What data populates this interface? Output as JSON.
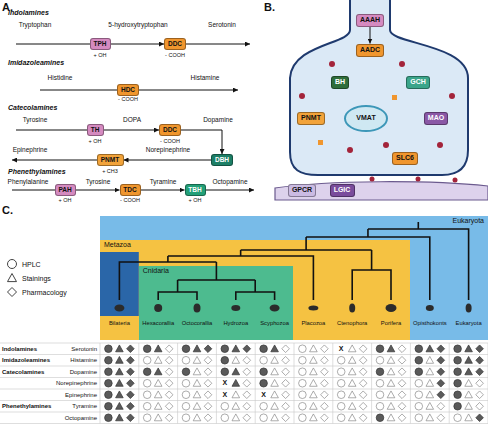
{
  "diagram": {
    "nodes": [
      {
        "text": [
          "TPH"
        ]
      },
      {
        "text": [
          "DDC"
        ]
      },
      {
        "text": [
          "HDC"
        ]
      },
      {
        "text": [
          "TH"
        ]
      },
      {
        "text": [
          "DDC"
        ]
      },
      {
        "text": [
          "DBH"
        ]
      },
      {
        "text": [
          "PNMT"
        ]
      },
      {
        "text": [
          "PAH"
        ]
      },
      {
        "text": [
          "TDC"
        ]
      },
      {
        "text": [
          "TBH"
        ]
      },
      {
        "text": [
          "AAAH"
        ]
      },
      {
        "text": [
          "AADC"
        ]
      },
      {
        "text": [
          "BH"
        ]
      },
      {
        "text": [
          "GCH"
        ]
      },
      {
        "text": [
          "PNMT"
        ]
      },
      {
        "text": [
          "VMAT"
        ]
      },
      {
        "text": [
          "MAO"
        ]
      },
      {
        "text": [
          "SLC6"
        ]
      },
      {
        "text": [
          "GPCR"
        ]
      },
      {
        "text": [
          "LGIC"
        ]
      },
      {
        "text": [
          "Eukaryota"
        ]
      },
      {
        "text": [
          "Metazoa"
        ],
        "in": 20
      },
      {
        "text": [
          "Cnidaria"
        ],
        "in": 21
      }
    ],
    "edges": [
      {
        "from": 0,
        "to": 1,
        "arrow": "to"
      },
      {
        "from": 3,
        "to": 4,
        "arrow": "to"
      },
      {
        "from": 4,
        "to": 5,
        "arrow": "to"
      },
      {
        "from": 5,
        "to": 6,
        "arrow": "to"
      },
      {
        "from": 7,
        "to": 8,
        "arrow": "to"
      },
      {
        "from": 8,
        "to": 9,
        "arrow": "to"
      },
      {
        "from": 10,
        "to": 11,
        "arrow": "to"
      }
    ],
    "labels": [
      "A.",
      "Indolamines",
      "Tryptophan",
      "5-hydroxytryptophan",
      "Serotonin",
      "+ OH",
      "- COOH",
      "Imidazoleamines",
      "Histidine",
      "Histamine",
      "- COOH",
      "Catecolamines",
      "Tyrosine",
      "DOPA",
      "Dopamine",
      "+ OH",
      "- COOH",
      "Epinephrine",
      "Norepinephrine",
      "+ CH3",
      "Phenethylamines",
      "Phenylalanine",
      "Tyrosine",
      "Tyramine",
      "Octopamine",
      "+ OH",
      "- COOH",
      "+ OH",
      "B.",
      "C.",
      "Bilateria",
      "Hexacorallia",
      "Octocorallia",
      "Hydrozoa",
      "Scyphozoa",
      "Placozoa",
      "Ctenophora",
      "Porifera",
      "Opisthokonts",
      "Eukaryota",
      "Indolamines",
      "Serotonin",
      "Imidazoleamines",
      "Histamine",
      "Catecolamines",
      "Dopamine",
      "Norepinephrine",
      "Epinephrine",
      "Phenethylamines",
      "Tyramine",
      "Octopamine",
      "X",
      "X",
      "X",
      "X"
    ],
    "legend": [
      {
        "text": "HPLC"
      },
      {
        "text": "Stainings"
      },
      {
        "text": "Pharmacology"
      }
    ]
  }
}
